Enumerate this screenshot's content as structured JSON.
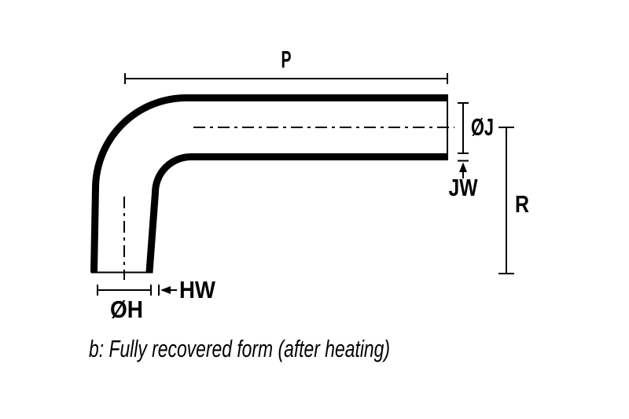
{
  "diagram": {
    "labels": {
      "p": "P",
      "oj": "ØJ",
      "jw": "JW",
      "r": "R",
      "hw": "HW",
      "oh": "ØH"
    },
    "caption": "b: Fully recovered form (after heating)",
    "colors": {
      "line": "#000000",
      "background": "#ffffff"
    }
  }
}
